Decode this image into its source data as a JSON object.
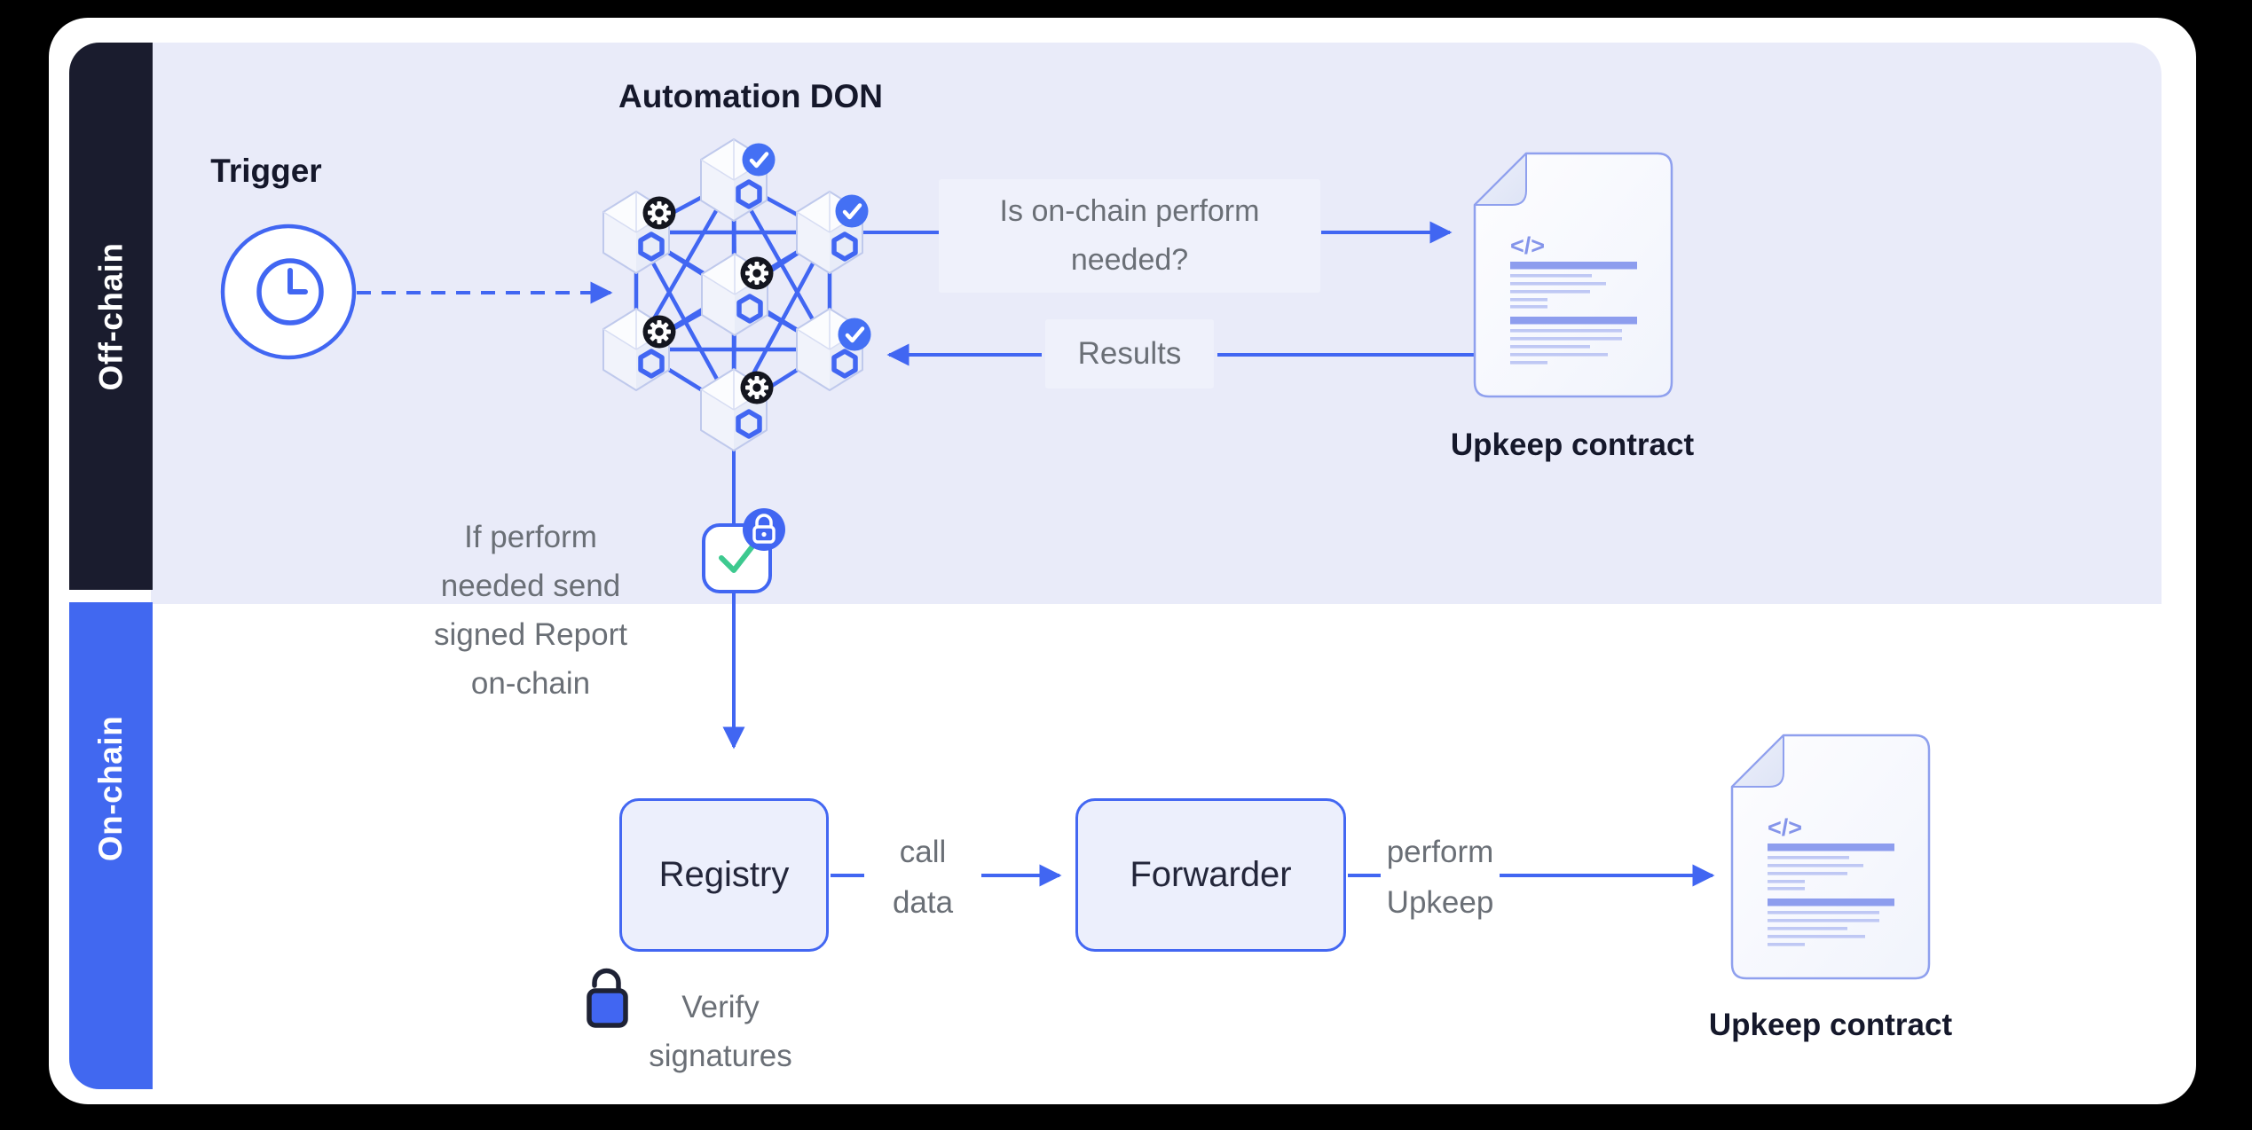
{
  "sidebars": {
    "offchain_label": "Off-chain",
    "onchain_label": "On-chain"
  },
  "trigger": {
    "label": "Trigger",
    "icon": "clock-icon"
  },
  "don": {
    "title": "Automation DON",
    "node_icon": "chainlink-cube-icon",
    "badge_icons": {
      "approved": "check-badge-icon",
      "computing": "gear-badge-icon"
    }
  },
  "question": {
    "lines": [
      "Is on-chain perform",
      "needed?"
    ]
  },
  "results": {
    "label": "Results"
  },
  "upkeep_top": {
    "label": "Upkeep contract",
    "icon": "contract-document-icon"
  },
  "report_note": {
    "lines": [
      "If perform",
      "needed send",
      "signed Report",
      "on-chain"
    ]
  },
  "signed_report": {
    "icons": [
      "green-check-icon",
      "lock-badge-icon"
    ]
  },
  "registry": {
    "label": "Registry"
  },
  "call_data": {
    "lines": [
      "call",
      "data"
    ]
  },
  "forwarder": {
    "label": "Forwarder"
  },
  "perform_upkeep": {
    "lines": [
      "perform",
      "Upkeep"
    ]
  },
  "upkeep_bottom": {
    "label": "Upkeep contract",
    "icon": "contract-document-icon"
  },
  "verify": {
    "lines": [
      "Verify",
      "signatures"
    ],
    "icon": "open-padlock-icon"
  },
  "doc": {
    "code_glyph": "</>"
  },
  "colors": {
    "accent_blue": "#4166F2",
    "sidebar_dark": "#1A1C2E",
    "sidebar_blue": "#4168F0",
    "offchain_bg": "#E9EBF9",
    "note_bg": "#EFF1FB",
    "box_bg": "#ECEFFC",
    "heading_text": "#15182B",
    "gray_text": "#6A6F76",
    "green_check": "#3DC98F",
    "doc_accent": "#8D9DEE",
    "badge_dark": "#14161F"
  }
}
